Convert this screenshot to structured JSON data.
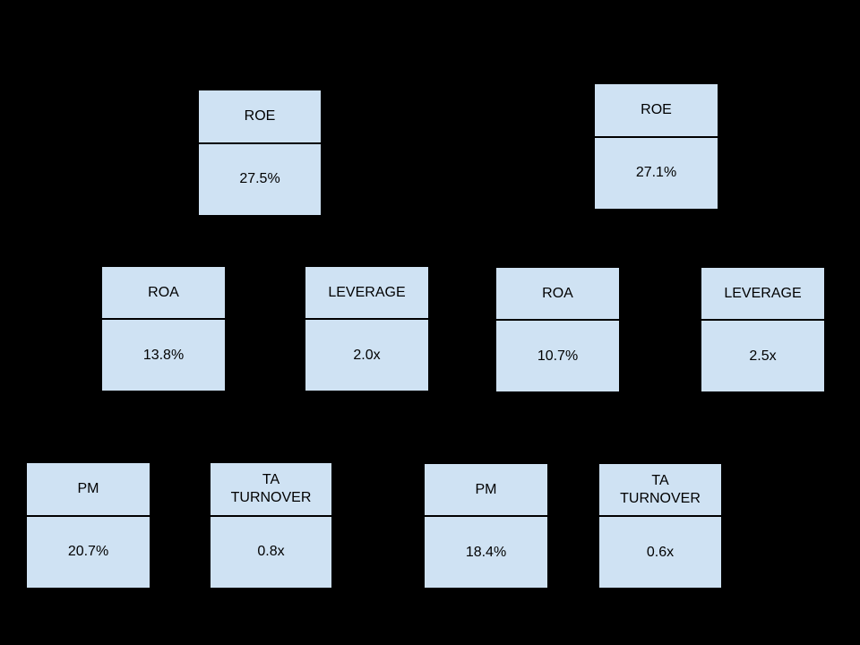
{
  "diagram": {
    "type": "dupont-analysis-comparison",
    "background_color": "#000000",
    "box_fill_color": "#cfe2f3",
    "box_border_color": "#000000",
    "text_color": "#000000"
  },
  "boxes": [
    {
      "id": "a-roe",
      "tree": "left",
      "level": 1,
      "label": "ROE",
      "value": "27.5%"
    },
    {
      "id": "b-roe",
      "tree": "right",
      "level": 1,
      "label": "ROE",
      "value": "27.1%"
    },
    {
      "id": "a-roa",
      "tree": "left",
      "level": 2,
      "label": "ROA",
      "value": "13.8%"
    },
    {
      "id": "a-leverage",
      "tree": "left",
      "level": 2,
      "label": "LEVERAGE",
      "value": "2.0x"
    },
    {
      "id": "b-roa",
      "tree": "right",
      "level": 2,
      "label": "ROA",
      "value": "10.7%"
    },
    {
      "id": "b-leverage",
      "tree": "right",
      "level": 2,
      "label": "LEVERAGE",
      "value": "2.5x"
    },
    {
      "id": "a-pm",
      "tree": "left",
      "level": 3,
      "label": "PM",
      "value": "20.7%"
    },
    {
      "id": "a-ta-turnover",
      "tree": "left",
      "level": 3,
      "label": "TA TURNOVER",
      "value": "0.8x"
    },
    {
      "id": "b-pm",
      "tree": "right",
      "level": 3,
      "label": "PM",
      "value": "18.4%"
    },
    {
      "id": "b-ta-turnover",
      "tree": "right",
      "level": 3,
      "label": "TA TURNOVER",
      "value": "0.6x"
    }
  ]
}
